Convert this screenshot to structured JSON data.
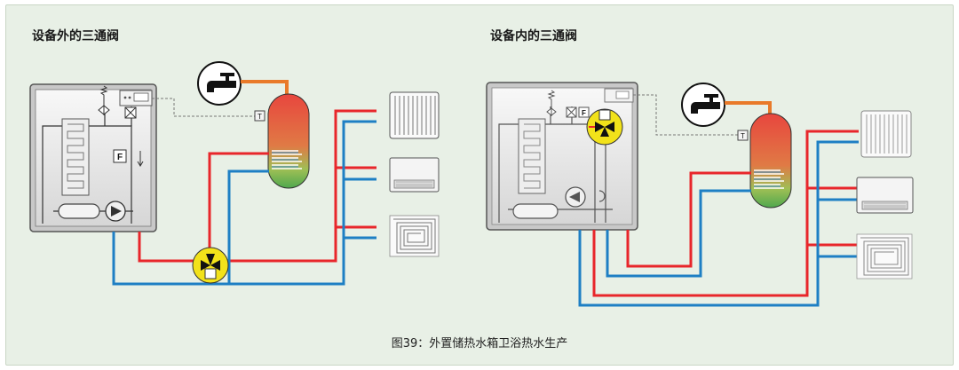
{
  "diagram": {
    "left_title": "设备外的三通阀",
    "right_title": "设备内的三通阀",
    "caption": "图39：外置储热水箱卫浴热水生产",
    "sensor_label": "T",
    "flow_switch_label": "F"
  },
  "icons": {
    "tap": "water-tap-icon",
    "radiator": "radiator-icon",
    "fan_coil": "fan-coil-icon",
    "floor_heating": "floor-heating-coil-icon",
    "pump": "circulation-pump-icon",
    "valve": "three-way-valve-icon",
    "safety_valve": "safety-valve-icon",
    "controller": "controller-icon"
  },
  "colors": {
    "supply": "#e8262b",
    "return": "#1e7fc4",
    "hot_water": "#e97a2a",
    "valve_highlight": "#f2e21a",
    "background": "#e8f0e6"
  }
}
